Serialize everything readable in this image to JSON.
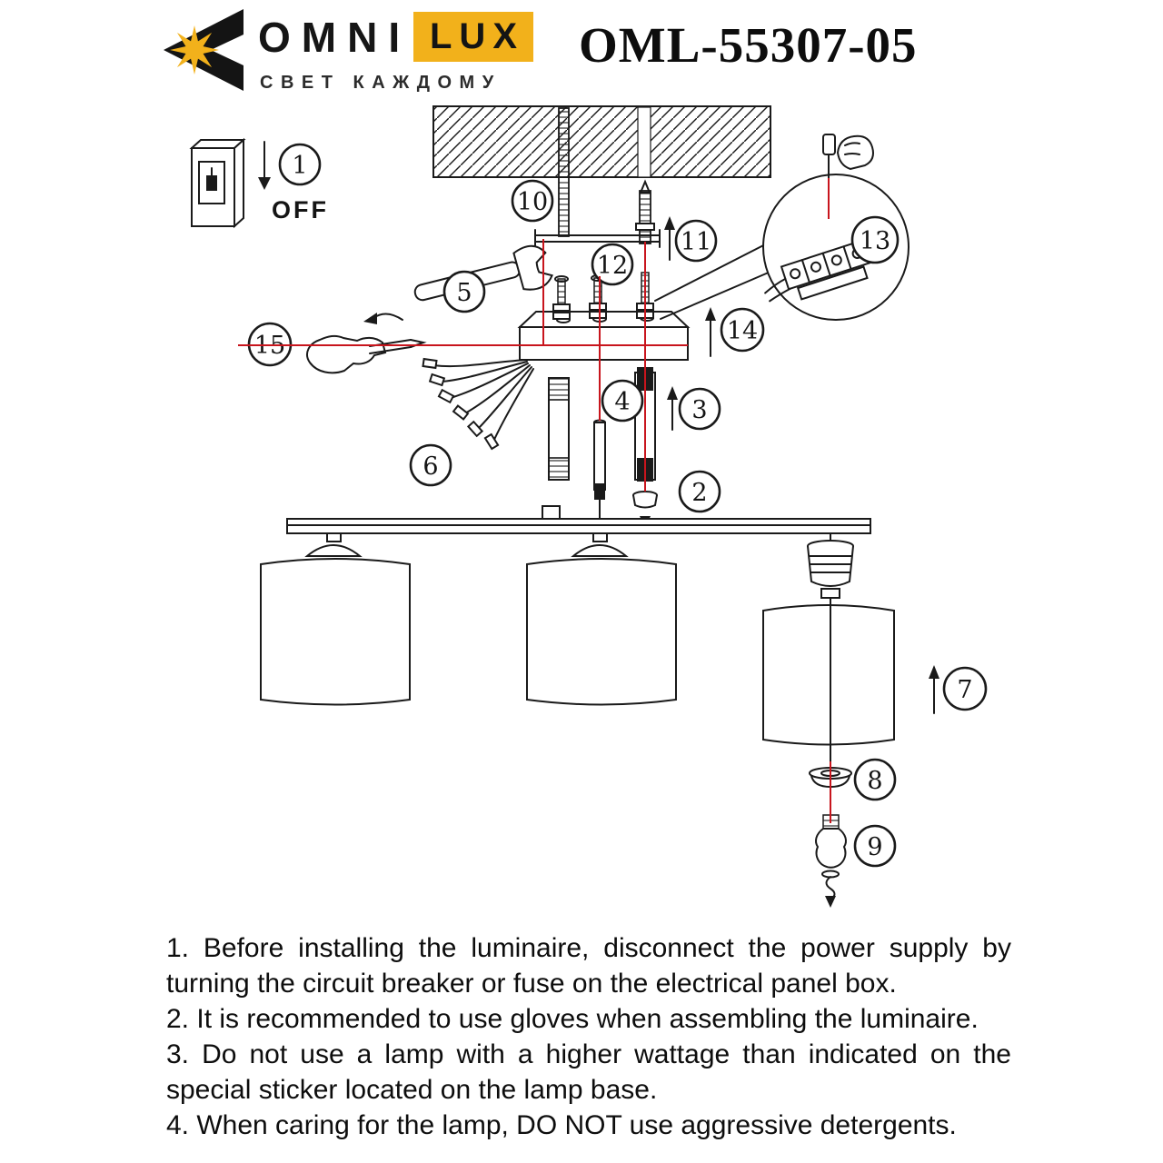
{
  "header": {
    "brand_omni": "OMNI",
    "brand_lux": "LUX",
    "tagline": "СВЕТ КАЖДОМУ",
    "model": "OML-55307-05"
  },
  "colors": {
    "brand_gold": "#F2B11B",
    "accent_red": "#C8151D",
    "ink": "#1A1A1A"
  },
  "diagram": {
    "off_label": "OFF",
    "callouts": {
      "c1": "1",
      "c2": "2",
      "c3": "3",
      "c4": "4",
      "c5": "5",
      "c6": "6",
      "c7": "7",
      "c8": "8",
      "c9": "9",
      "c10": "10",
      "c11": "11",
      "c12": "12",
      "c13": "13",
      "c14": "14",
      "c15": "15"
    }
  },
  "instructions": [
    "1. Before installing the luminaire, disconnect the power supply by turning the circuit breaker or fuse on the electrical panel box.",
    "2. It is recommended to use gloves when assembling the luminaire.",
    "3. Do not use a lamp with a higher wattage than indicated on the special sticker located on the lamp base.",
    "4. When caring for the lamp, DO NOT use aggressive detergents."
  ]
}
